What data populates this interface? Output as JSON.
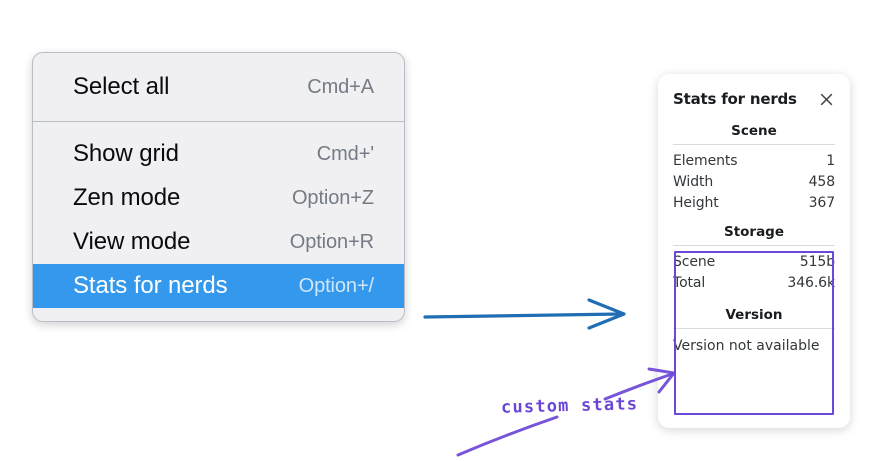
{
  "context_menu": {
    "groups": [
      {
        "name": "group-1",
        "items": [
          {
            "label": "Select all",
            "accelerator": "Cmd+A",
            "selected": false
          }
        ]
      },
      {
        "name": "group-2",
        "items": [
          {
            "label": "Show grid",
            "accelerator": "Cmd+'",
            "selected": false
          },
          {
            "label": "Zen mode",
            "accelerator": "Option+Z",
            "selected": false
          },
          {
            "label": "View mode",
            "accelerator": "Option+R",
            "selected": false
          },
          {
            "label": "Stats for nerds",
            "accelerator": "Option+/",
            "selected": true
          }
        ]
      }
    ],
    "highlight_color": "#3498ec",
    "background_color": "#f0f0f2"
  },
  "stats_panel": {
    "title": "Stats for nerds",
    "close_icon": "close-icon",
    "sections": [
      {
        "heading": "Scene",
        "rows": [
          {
            "key": "Elements",
            "value": "1"
          },
          {
            "key": "Width",
            "value": "458"
          },
          {
            "key": "Height",
            "value": "367"
          }
        ]
      },
      {
        "heading": "Storage",
        "rows": [
          {
            "key": "Scene",
            "value": "515b"
          },
          {
            "key": "Total",
            "value": "346.6k"
          }
        ]
      },
      {
        "heading": "Version",
        "note": "Version not available"
      }
    ]
  },
  "annotations": {
    "handwritten_label": "custom stats",
    "blue_arrow_color": "#1f6eb4",
    "purple_arrow_color": "#6b46d6",
    "highlight_box_color": "#6c48d6"
  }
}
